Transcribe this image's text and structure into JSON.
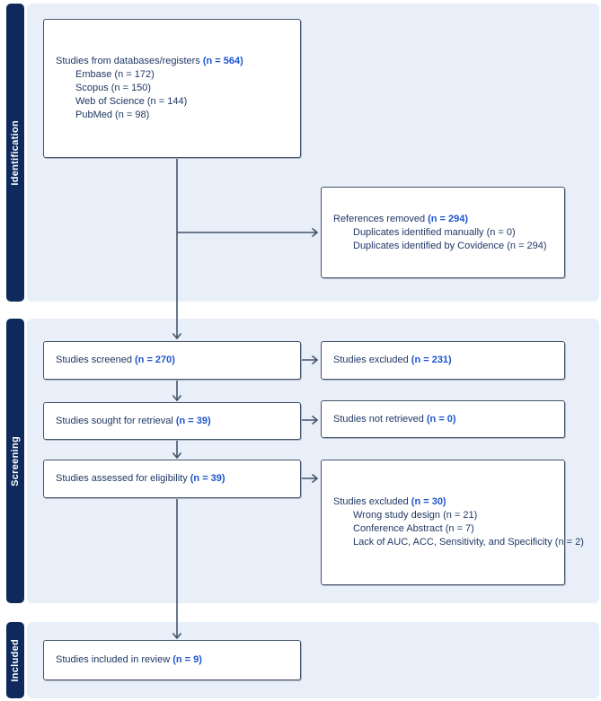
{
  "colors": {
    "band_bg": "#E9EFF8",
    "sidebar_bg": "#10295C",
    "box_bg": "#FFFFFF",
    "box_border": "#44546A",
    "arrow": "#44546A",
    "text": "#1F3864",
    "count": "#1C55CF"
  },
  "stages": {
    "identification": "Identification",
    "screening": "Screening",
    "included": "Included"
  },
  "boxes": {
    "databases": {
      "label": "Studies from databases/registers",
      "count": "(n = 564)",
      "items": [
        "Embase (n = 172)",
        "Scopus (n = 150)",
        "Web of Science (n = 144)",
        "PubMed (n = 98)"
      ]
    },
    "references_removed": {
      "label": "References removed",
      "count": "(n = 294)",
      "items": [
        "Duplicates identified manually (n = 0)",
        "Duplicates identified by Covidence (n = 294)"
      ]
    },
    "screened": {
      "label": "Studies screened",
      "count": "(n = 270)"
    },
    "excluded_screened": {
      "label": "Studies excluded",
      "count": "(n = 231)"
    },
    "sought": {
      "label": "Studies sought for retrieval",
      "count": "(n = 39)"
    },
    "not_retrieved": {
      "label": "Studies not retrieved",
      "count": "(n = 0)"
    },
    "assessed": {
      "label": "Studies assessed for eligibility",
      "count": "(n = 39)"
    },
    "excluded_assessed": {
      "label": "Studies excluded",
      "count": "(n = 30)",
      "items": [
        "Wrong study design (n = 21)",
        "Conference Abstract (n = 7)",
        "Lack of AUC, ACC, Sensitivity, and Specificity (n = 2)"
      ]
    },
    "included": {
      "label": "Studies included in review",
      "count": "(n = 9)"
    }
  }
}
